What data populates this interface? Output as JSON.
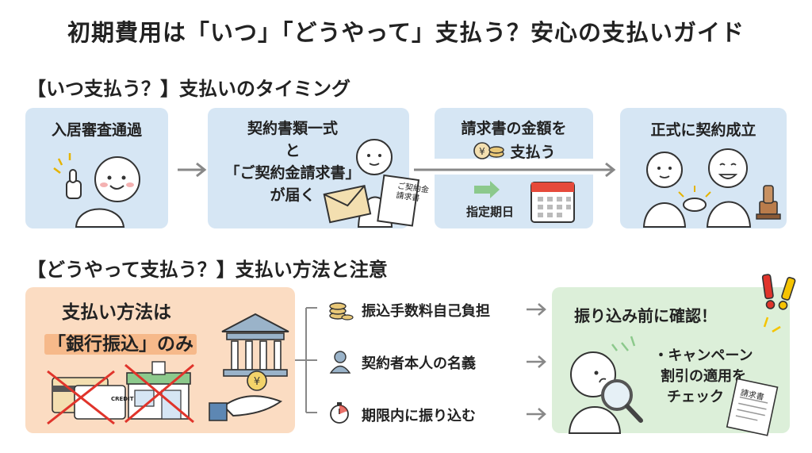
{
  "title": "初期費用は「いつ」「どうやって」支払う？安心の支払いガイド",
  "section_when": {
    "heading": "【いつ支払う？】支払いのタイミング",
    "steps": [
      {
        "label": "入居審査通過"
      },
      {
        "label_lines": [
          "契約書類一式",
          "と",
          "「ご契約金請求書」",
          "が届く"
        ],
        "doc_text": "ご契約金請求書"
      },
      {
        "label_lines": [
          "請求書の金額を",
          "支払う"
        ],
        "deadline": "指定期日"
      },
      {
        "label": "正式に契約成立"
      }
    ]
  },
  "section_how": {
    "heading": "【どうやって支払う？】支払い方法と注意",
    "method_lines": [
      "支払い方法は",
      "「銀行振込」のみ"
    ],
    "card_text": "CREDIT",
    "notes": [
      {
        "text": "振込手数料自己負担",
        "icon": "coins-icon"
      },
      {
        "text": "契約者本人の名義",
        "icon": "person-icon"
      },
      {
        "text": "期限内に振り込む",
        "icon": "stopwatch-icon"
      }
    ],
    "check": {
      "title": "振り込み前に確認！",
      "item_lines": [
        "・キャンペーン",
        "割引の適用を",
        "チェック"
      ],
      "doc_text": "請求書"
    }
  },
  "colors": {
    "blue_panel": "#d6e6f4",
    "peach_panel": "#fbdcc2",
    "green_panel": "#dcefd9",
    "arrow": "#888888",
    "alert_red": "#e0342b",
    "alert_yellow": "#f5c400"
  }
}
